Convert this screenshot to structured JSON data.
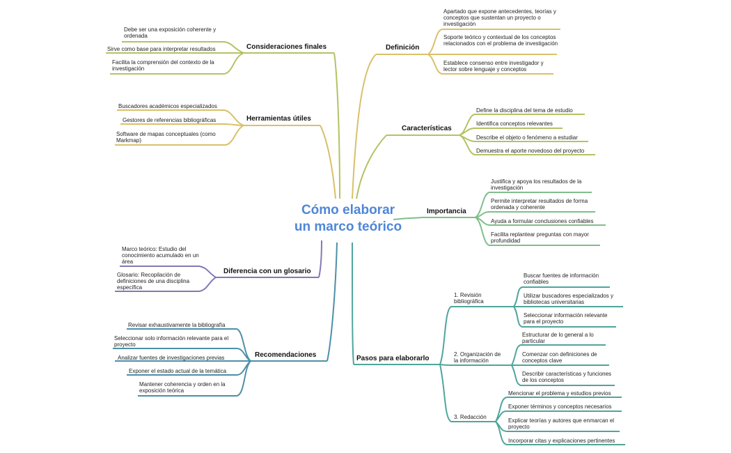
{
  "title_lines": [
    "Cómo elaborar",
    "un marco teórico"
  ],
  "colors": {
    "title": "#4f86d9",
    "yellow": "#d9c06a",
    "olive": "#b4c263",
    "green": "#7fbe8c",
    "teal": "#4fa59c",
    "blue": "#4d8fa8",
    "purple": "#8478b4"
  },
  "branches": {
    "consideraciones": {
      "label": "Consideraciones finales",
      "items": [
        "Debe ser una exposición coherente y ordenada",
        "Sirve como base para interpretar resultados",
        "Facilita la comprensión del contexto de la investigación"
      ]
    },
    "herramientas": {
      "label": "Herramientas útiles",
      "items": [
        "Buscadores académicos especializados",
        "Gestores de referencias bibliográficas",
        "Software de mapas conceptuales (como Markmap)"
      ]
    },
    "diferencia": {
      "label": "Diferencia con un glosario",
      "items": [
        "Marco teórico: Estudio del conocimiento acumulado en un área",
        "Glosario: Recopilación de definiciones de una disciplina específica"
      ]
    },
    "recomendaciones": {
      "label": "Recomendaciones",
      "items": [
        "Revisar exhaustivamente la bibliografía",
        "Seleccionar solo información relevante para el proyecto",
        "Analizar fuentes de investigaciones previas",
        "Exponer el estado actual de la temática",
        "Mantener coherencia y orden en la exposición teórica"
      ]
    },
    "definicion": {
      "label": "Definición",
      "items": [
        "Apartado que expone antecedentes, teorías y conceptos que sustentan un proyecto o investigación",
        "Soporte teórico y contextual de los conceptos relacionados con el problema de investigación",
        "Establece consenso entre investigador y lector sobre lenguaje y conceptos"
      ]
    },
    "caracteristicas": {
      "label": "Características",
      "items": [
        "Define la disciplina del tema de estudio",
        "Identifica conceptos relevantes",
        "Describe el objeto o fenómeno a estudiar",
        "Demuestra el aporte novedoso del proyecto"
      ]
    },
    "importancia": {
      "label": "Importancia",
      "items": [
        "Justifica y apoya los resultados de la investigación",
        "Permite interpretar resultados de forma ordenada y coherente",
        "Ayuda a formular conclusiones confiables",
        "Facilita replantear preguntas con mayor profundidad"
      ]
    },
    "pasos": {
      "label": "Pasos para elaborarlo",
      "subs": [
        {
          "label": "1. Revisión bibliográfica",
          "items": [
            "Buscar fuentes de información confiables",
            "Utilizar buscadores especializados y bibliotecas universitarias",
            "Seleccionar información relevante para el proyecto"
          ]
        },
        {
          "label": "2. Organización de la información",
          "items": [
            "Estructurar de lo general a lo particular",
            "Comenzar con definiciones de conceptos clave",
            "Describir características y funciones de los conceptos"
          ]
        },
        {
          "label": "3. Redacción",
          "items": [
            "Mencionar el problema y estudios previos",
            "Exponer términos y conceptos necesarios",
            "Explicar teorías y autores que enmarcan el proyecto",
            "Incorporar citas y explicaciones pertinentes"
          ]
        }
      ]
    }
  }
}
